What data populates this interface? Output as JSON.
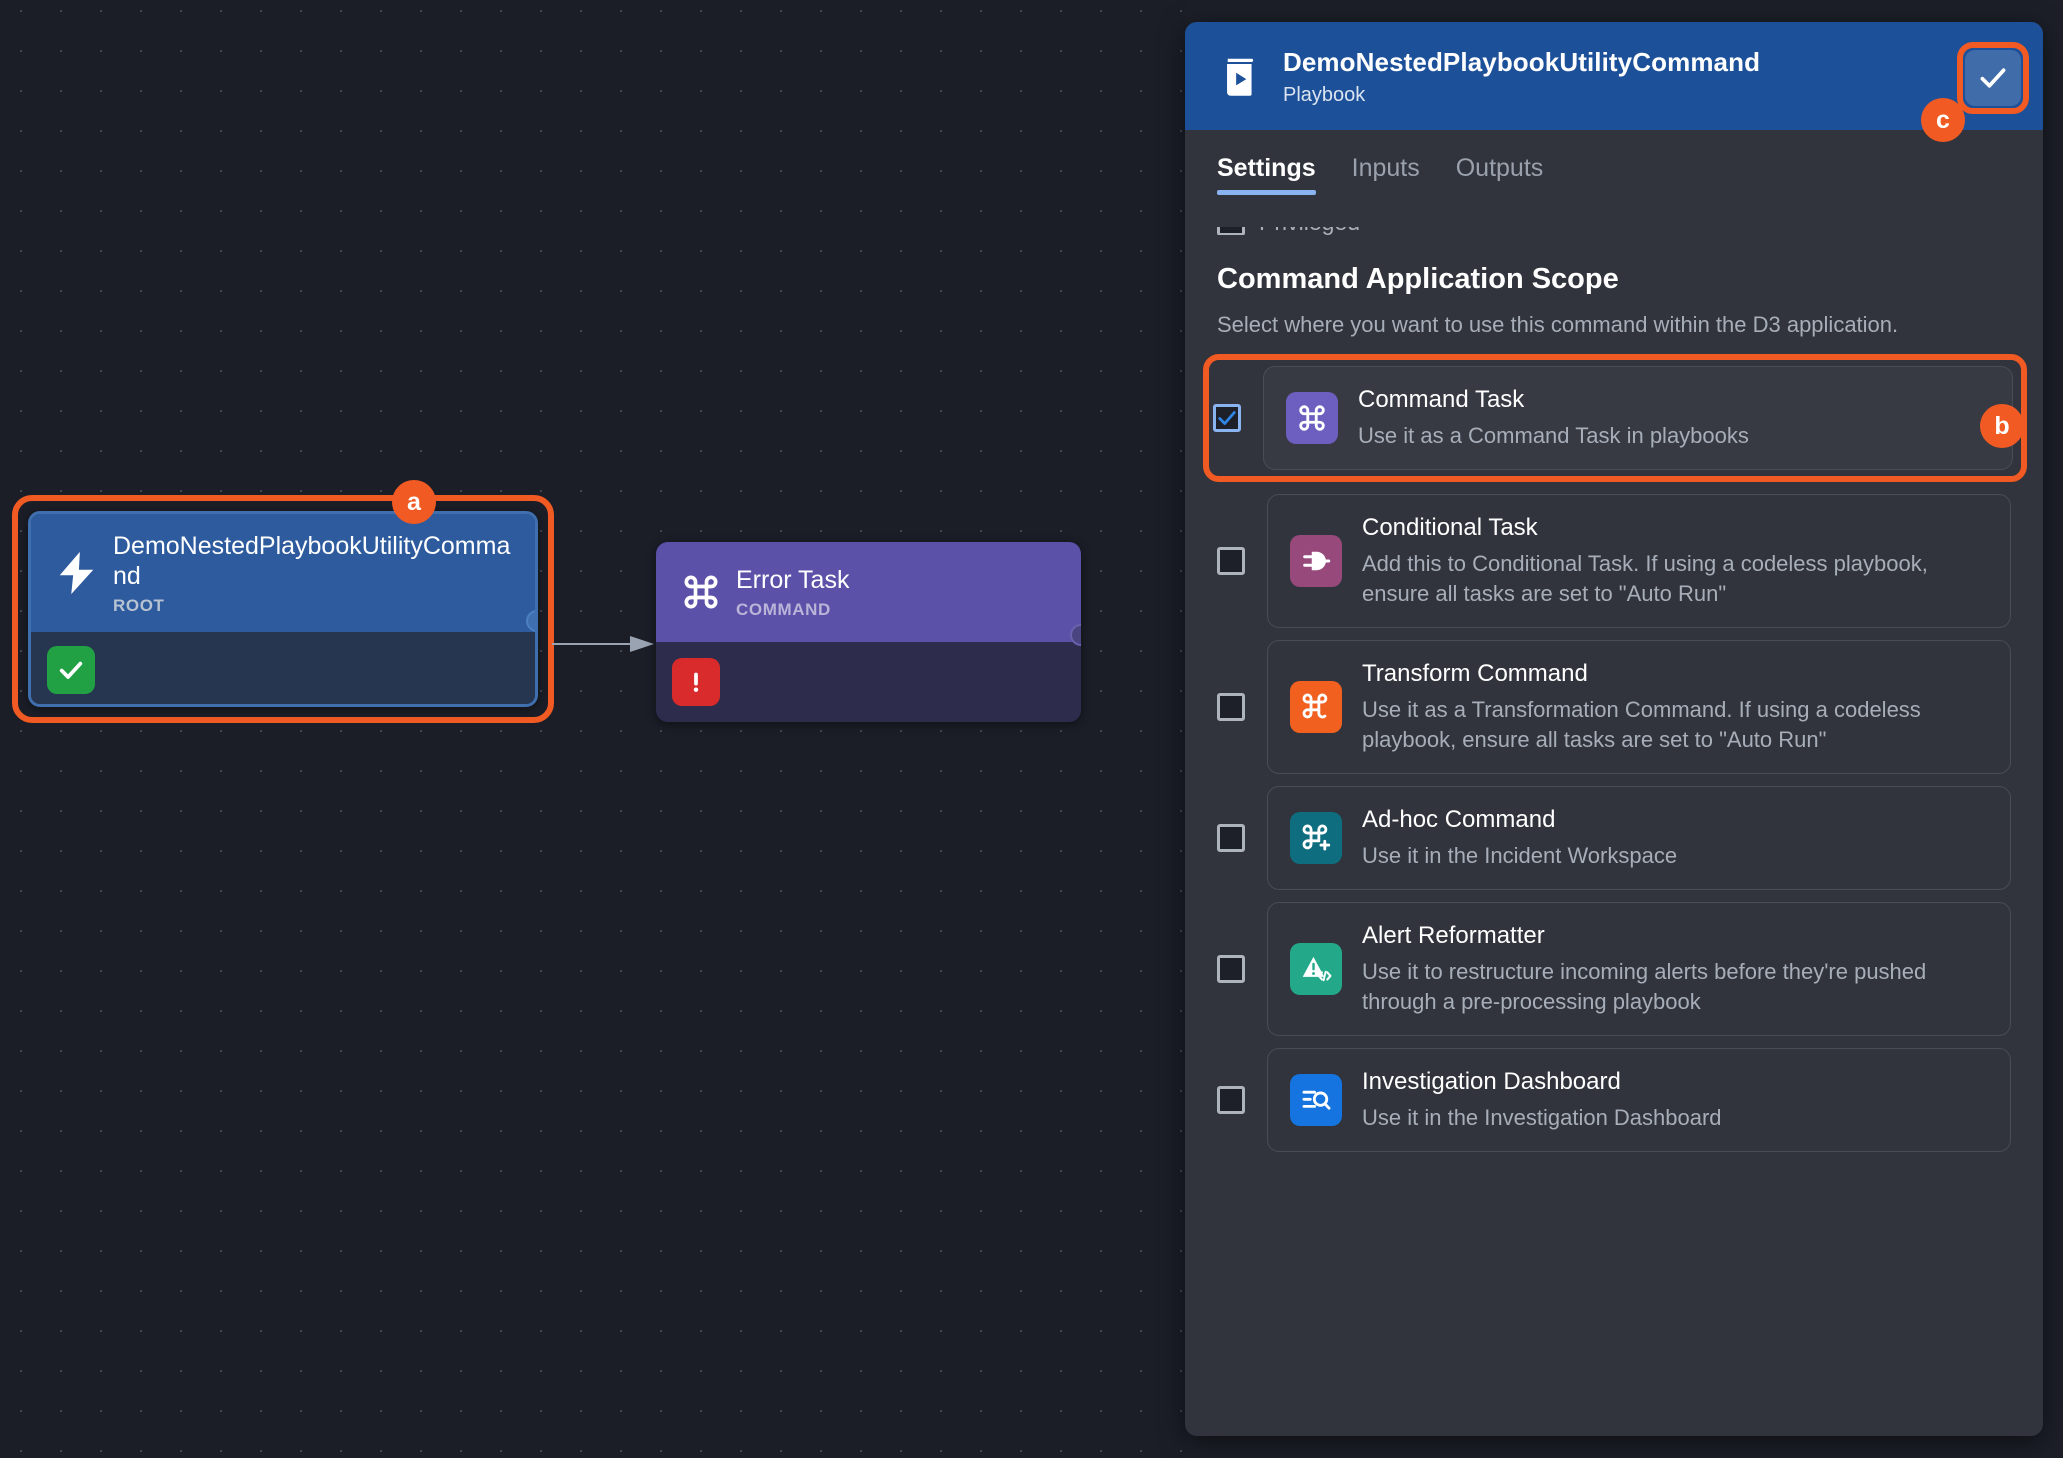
{
  "canvas": {
    "nodes": [
      {
        "title": "DemoNestedPlaybookUtilityCommand",
        "subtitle": "ROOT",
        "icon": "lightning-bolt-icon",
        "status": "success"
      },
      {
        "title": "Error Task",
        "subtitle": "COMMAND",
        "icon": "command-icon",
        "status": "error"
      }
    ]
  },
  "markers": {
    "a": "a",
    "b": "b",
    "c": "c"
  },
  "panel": {
    "title": "DemoNestedPlaybookUtilityCommand",
    "subtitle": "Playbook",
    "header_icon": "playbook-icon",
    "save_icon": "checkmark-icon",
    "tabs": [
      {
        "label": "Settings",
        "active": true
      },
      {
        "label": "Inputs",
        "active": false
      },
      {
        "label": "Outputs",
        "active": false
      }
    ],
    "clipped_option": {
      "label": "Privileged",
      "checked": false
    },
    "section": {
      "title": "Command Application Scope",
      "description": "Select where you want to use this command within the D3 application."
    },
    "options": [
      {
        "label": "Command Task",
        "description": "Use it as a Command Task in playbooks",
        "checked": true,
        "highlighted": true,
        "icon": "command-task-icon",
        "icon_color": "#6c5fc0"
      },
      {
        "label": "Conditional Task",
        "description": "Add this to Conditional Task. If using a codeless playbook, ensure all tasks are set to \"Auto Run\"",
        "checked": false,
        "highlighted": false,
        "icon": "conditional-task-icon",
        "icon_color": "#96497a"
      },
      {
        "label": "Transform Command",
        "description": "Use it as a Transformation Command. If using a codeless playbook, ensure all tasks are set to \"Auto Run\"",
        "checked": false,
        "highlighted": false,
        "icon": "transform-command-icon",
        "icon_color": "#f1601f"
      },
      {
        "label": "Ad-hoc Command",
        "description": "Use it in the Incident Workspace",
        "checked": false,
        "highlighted": false,
        "icon": "adhoc-command-icon",
        "icon_color": "#0e6e80"
      },
      {
        "label": "Alert Reformatter",
        "description": "Use it to restructure incoming alerts before they're pushed through a pre-processing playbook",
        "checked": false,
        "highlighted": false,
        "icon": "alert-reformatter-icon",
        "icon_color": "#24a88a"
      },
      {
        "label": "Investigation Dashboard",
        "description": "Use it in the Investigation Dashboard",
        "checked": false,
        "highlighted": false,
        "icon": "investigation-dashboard-icon",
        "icon_color": "#1574e0"
      }
    ]
  },
  "colors": {
    "accent_orange": "#f15a22",
    "header_blue": "#1c5099",
    "tab_underline": "#8ab4f0",
    "node_root_header": "#2d5b9e",
    "node_error_header": "#5b51a8",
    "status_success": "#21a144",
    "status_error": "#d92b2b"
  }
}
